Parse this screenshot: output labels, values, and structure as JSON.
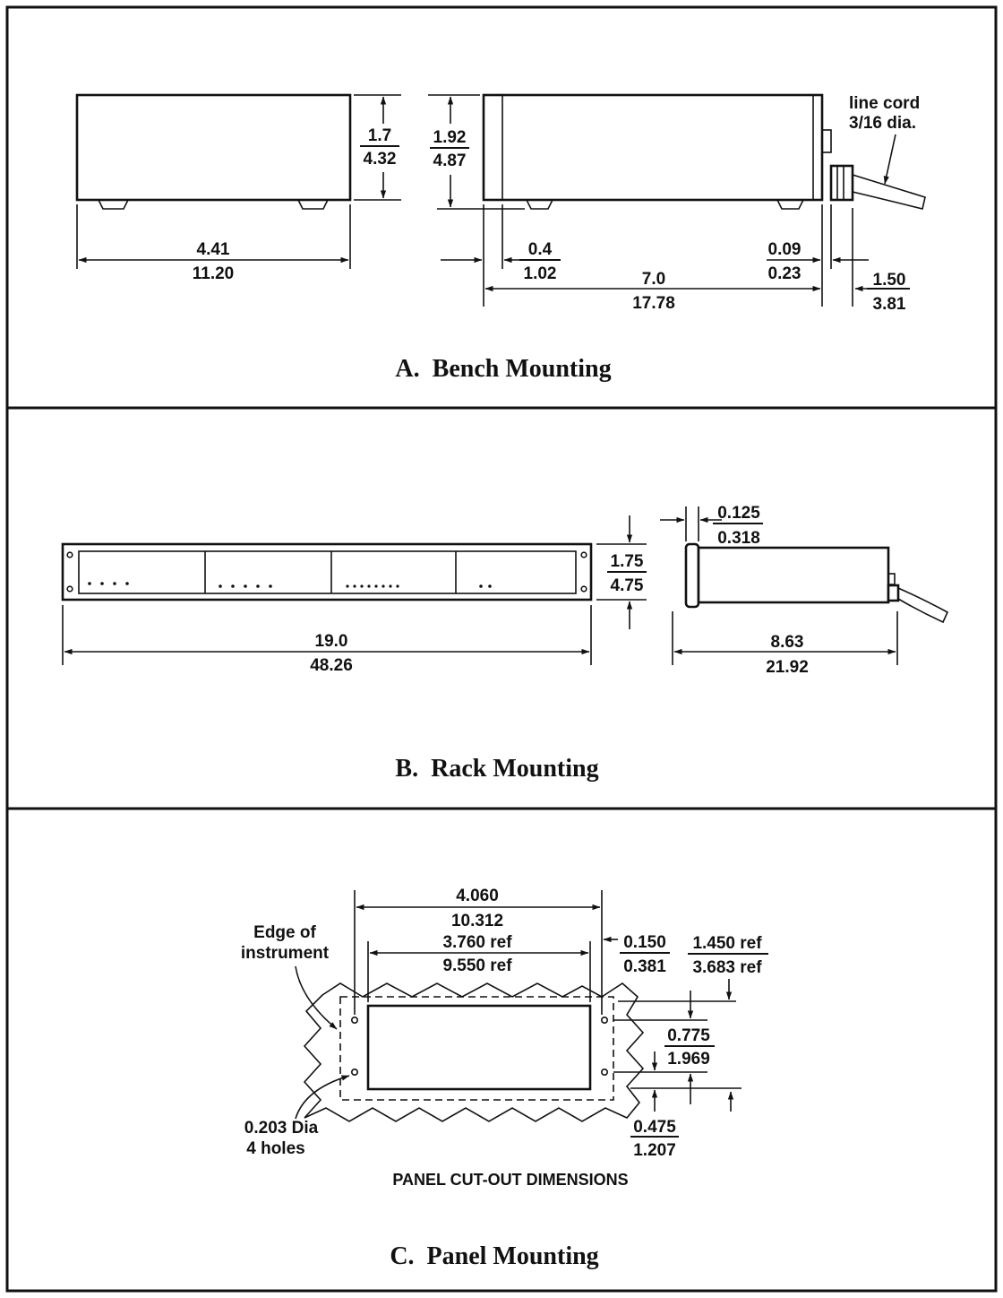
{
  "bench": {
    "caption": "A.  Bench Mounting",
    "width_in": "4.41",
    "width_cm": "11.20",
    "height1_in": "1.7",
    "height1_cm": "4.32",
    "height2_in": "1.92",
    "height2_cm": "4.87",
    "line_cord_1": "line cord",
    "line_cord_2": "3/16 dia.",
    "front_in": "0.4",
    "front_cm": "1.02",
    "rear_in": "0.09",
    "rear_cm": "0.23",
    "depth_in": "7.0",
    "depth_cm": "17.78",
    "cord_in": "1.50",
    "cord_cm": "3.81"
  },
  "rack": {
    "caption": "B.  Rack Mounting",
    "height_in": "1.75",
    "height_cm": "4.75",
    "width_in": "19.0",
    "width_cm": "48.26",
    "bezel_in": "0.125",
    "bezel_cm": "0.318",
    "depth_in": "8.63",
    "depth_cm": "21.92"
  },
  "panel": {
    "caption": "C.  Panel Mounting",
    "subtitle": "PANEL CUT-OUT DIMENSIONS",
    "width_in": "4.060",
    "width_cm": "10.312",
    "ref_in": "3.760 ref",
    "ref_cm": "9.550 ref",
    "edge_1": "Edge of",
    "edge_2": "instrument",
    "offset_in": "0.150",
    "offset_cm": "0.381",
    "height_ref_in": "1.450 ref",
    "height_ref_cm": "3.683 ref",
    "hole_spacing_in": "0.775",
    "hole_spacing_cm": "1.969",
    "bottom_in": "0.475",
    "bottom_cm": "1.207",
    "holes_1": "0.203 Dia",
    "holes_2": "4 holes"
  }
}
